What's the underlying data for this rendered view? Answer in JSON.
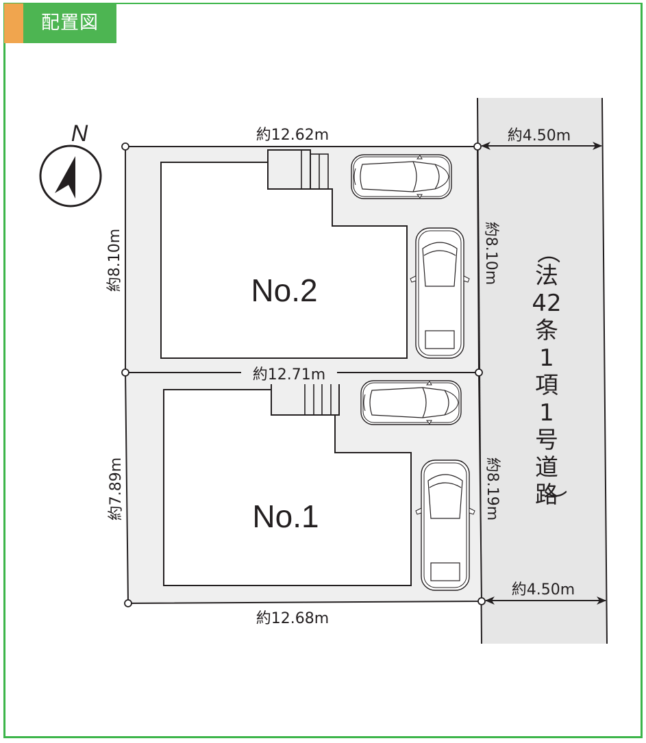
{
  "header": {
    "title": "配置図",
    "accent_color": "#f0a54e",
    "tab_color": "#4db552",
    "frame_color": "#3cb54a"
  },
  "compass": {
    "label": "N",
    "icon": "north-arrow-icon"
  },
  "lots": [
    {
      "name": "No.2",
      "dimensions": {
        "top": "約12.62m",
        "left": "約8.10m",
        "right": "約8.10m",
        "bottom": "約12.71m"
      },
      "parking": [
        "car-horizontal",
        "car-vertical"
      ]
    },
    {
      "name": "No.1",
      "dimensions": {
        "top": "約12.71m",
        "left": "約7.89m",
        "right": "約8.19m",
        "bottom": "約12.68m"
      },
      "parking": [
        "car-horizontal",
        "car-vertical"
      ]
    }
  ],
  "road": {
    "label_chars": [
      "（",
      "法",
      "42",
      "条",
      "1",
      "項",
      "1",
      "号",
      "道",
      "路",
      "）"
    ],
    "label": "（法42条1項1号道路）",
    "width_top": "約4.50m",
    "width_bottom": "約4.50m",
    "fill_color": "#e6e6e6"
  },
  "colors": {
    "lot_fill": "#efefef",
    "line": "#231f20"
  }
}
